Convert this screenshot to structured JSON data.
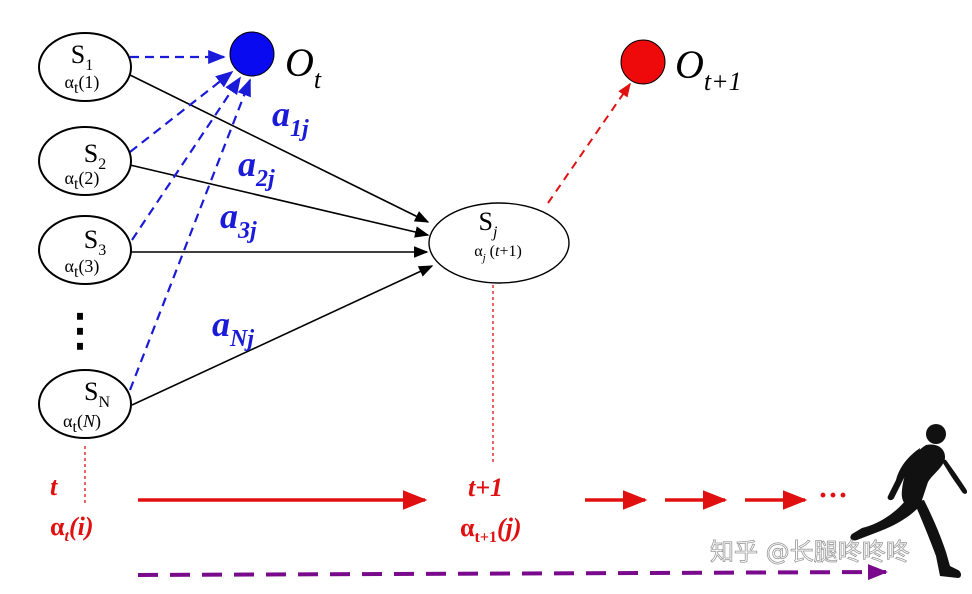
{
  "states": {
    "s1": {
      "name": "S",
      "sub": "1",
      "alpha": "α",
      "alpha_sub": "t",
      "alpha_arg": "(1)"
    },
    "s2": {
      "name": "S",
      "sub": "2",
      "alpha": "α",
      "alpha_sub": "t",
      "alpha_arg": "(2)"
    },
    "s3": {
      "name": "S",
      "sub": "3",
      "alpha": "α",
      "alpha_sub": "t",
      "alpha_arg": "(3)"
    },
    "sn": {
      "name": "S",
      "sub": "N",
      "alpha": "α",
      "alpha_sub": "t",
      "alpha_arg": "(",
      "alpha_arg_var": "N",
      "alpha_arg_close": ")"
    },
    "sj": {
      "name": "S",
      "sub": "j",
      "alpha": "α",
      "alpha_sub": "j",
      "alpha_arg": " (",
      "alpha_arg_var": "t",
      "alpha_arg_rest": "+1)"
    }
  },
  "ellipsis_dots": "⋮",
  "weights": {
    "a1": {
      "base": "a",
      "sub": "1j"
    },
    "a2": {
      "base": "a",
      "sub": "2j"
    },
    "a3": {
      "base": "a",
      "sub": "3j"
    },
    "an": {
      "base": "a",
      "sub": "Nj"
    }
  },
  "observations": {
    "ot": {
      "base": "O",
      "sub": "t"
    },
    "ot1": {
      "base": "O",
      "sub": "t+1"
    }
  },
  "time_labels": {
    "t": "t",
    "alpha_t_base": "α",
    "alpha_t_sub": "t",
    "alpha_t_arg": "(i)",
    "t1": "t+1",
    "alpha_t1_base": "α",
    "alpha_t1_sub": "t+1",
    "alpha_t1_arg": "(j)",
    "dots": "···"
  },
  "watermark": "知乎 @长腿咚咚咚",
  "colors": {
    "blue": "#1a1ad9",
    "blue_node": "#0a0af0",
    "red": "#e01010",
    "purple": "#7a0a8c",
    "black": "#000000"
  }
}
